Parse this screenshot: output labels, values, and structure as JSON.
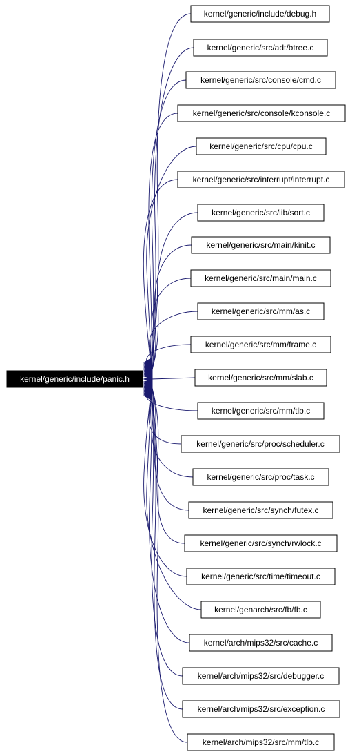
{
  "diagram": {
    "root": "kernel/generic/include/panic.h",
    "nodes": [
      "kernel/generic/include/debug.h",
      "kernel/generic/src/adt/btree.c",
      "kernel/generic/src/console/cmd.c",
      "kernel/generic/src/console/kconsole.c",
      "kernel/generic/src/cpu/cpu.c",
      "kernel/generic/src/interrupt/interrupt.c",
      "kernel/generic/src/lib/sort.c",
      "kernel/generic/src/main/kinit.c",
      "kernel/generic/src/main/main.c",
      "kernel/generic/src/mm/as.c",
      "kernel/generic/src/mm/frame.c",
      "kernel/generic/src/mm/slab.c",
      "kernel/generic/src/mm/tlb.c",
      "kernel/generic/src/proc/scheduler.c",
      "kernel/generic/src/proc/task.c",
      "kernel/generic/src/synch/futex.c",
      "kernel/generic/src/synch/rwlock.c",
      "kernel/generic/src/time/timeout.c",
      "kernel/genarch/src/fb/fb.c",
      "kernel/arch/mips32/src/cache.c",
      "kernel/arch/mips32/src/debugger.c",
      "kernel/arch/mips32/src/exception.c",
      "kernel/arch/mips32/src/mm/tlb.c"
    ],
    "colors": {
      "edge": "#1a1a6e",
      "root_fill": "#000000",
      "root_text": "#ffffff",
      "node_fill": "#ffffff",
      "node_border": "#000000"
    }
  }
}
